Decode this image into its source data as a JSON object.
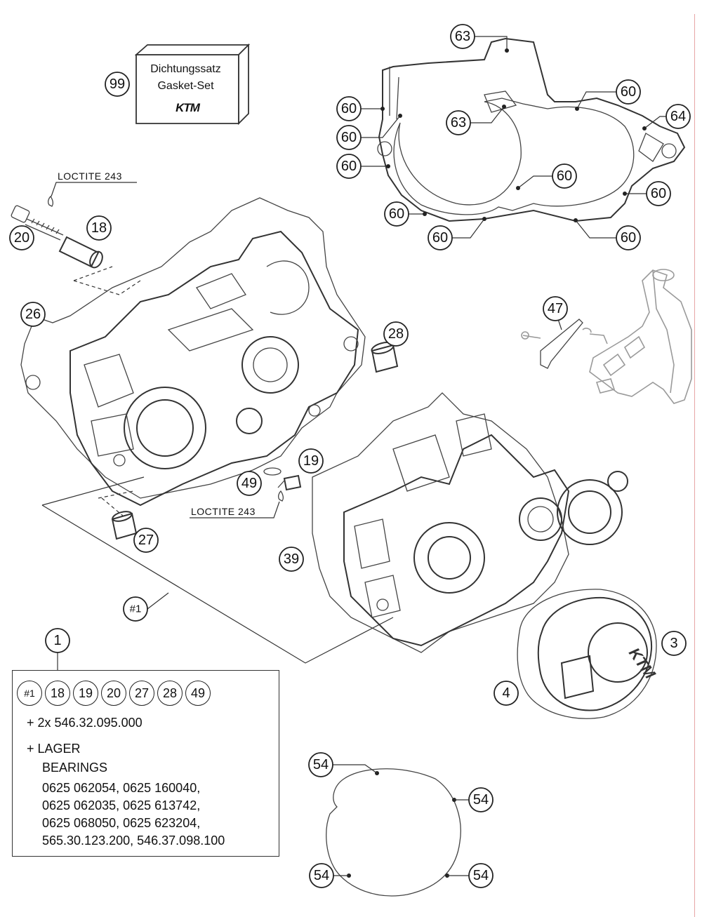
{
  "gasket_kit": {
    "ref": "99",
    "label_de": "Dichtungssatz",
    "label_en": "Gasket-Set",
    "logo": "KTM"
  },
  "notes": {
    "loctite_top": "LOCTITE 243",
    "loctite_mid": "LOCTITE 243"
  },
  "callouts": {
    "c1": "1",
    "c3": "3",
    "c4": "4",
    "c18": "18",
    "c19": "19",
    "c20": "20",
    "c26": "26",
    "c27": "27",
    "c28": "28",
    "c39": "39",
    "c47": "47",
    "c49": "49",
    "c54": "54",
    "c60": "60",
    "c63": "63",
    "c64": "64",
    "assembly": "#1"
  },
  "legend": {
    "refs": [
      "#1",
      "18",
      "19",
      "20",
      "27",
      "28",
      "49"
    ],
    "line1": "+ 2x 546.32.095.000",
    "line2": "+ LAGER",
    "line3": "BEARINGS",
    "bearings": [
      "0625 062054, 0625 160040,",
      "0625 062035, 0625 613742,",
      "0625 068050, 0625 623204,",
      "565.30.123.200, 546.37.098.100"
    ]
  },
  "icons": {
    "kit_box": "gasket-kit-box-icon",
    "crankcase_left": "crankcase-left-drawing",
    "crankcase_right": "crankcase-right-drawing",
    "ignition_cover": "ignition-cover-drawing",
    "frame_part": "frame-part-drawing"
  }
}
